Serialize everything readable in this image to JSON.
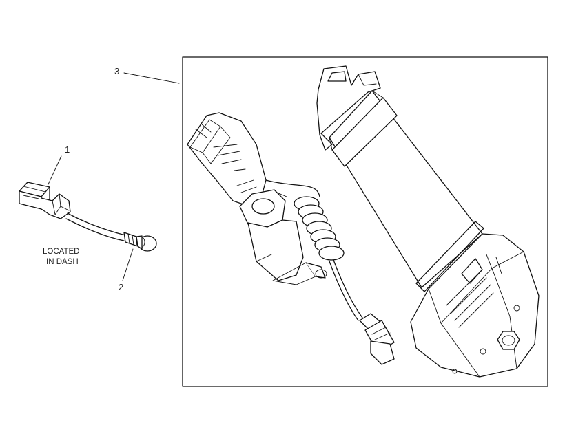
{
  "callouts": [
    {
      "id": "1",
      "label": "1"
    },
    {
      "id": "2",
      "label": "2"
    },
    {
      "id": "3",
      "label": "3"
    }
  ],
  "note": {
    "line1": "LOCATED",
    "line2": "IN DASH"
  },
  "colors": {
    "ink": "#111111",
    "background": "#ffffff"
  }
}
